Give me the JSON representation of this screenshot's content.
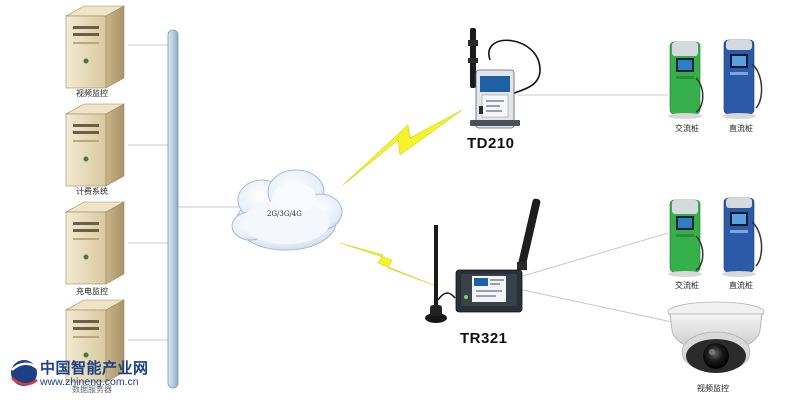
{
  "servers": [
    {
      "label": "视频监控"
    },
    {
      "label": "计费系统"
    },
    {
      "label": "充电监控"
    },
    {
      "label": "数据服务器"
    }
  ],
  "network": {
    "cloud_label": "2G/3G/4G"
  },
  "devices": {
    "td210": {
      "label": "TD210"
    },
    "tr321": {
      "label": "TR321"
    }
  },
  "endpoints": {
    "top_ac": "交流桩",
    "top_dc": "直流桩",
    "mid_ac": "交流桩",
    "mid_dc": "直流桩",
    "camera": "视频监控"
  },
  "watermark": {
    "name": "中国智能产业网",
    "url": "www.zhineng.com.cn"
  },
  "colors": {
    "bus": "#b9cde2",
    "lightning": "#f4f428",
    "router_blue": "#1f5fa6",
    "ac_pile_green": "#36b04a",
    "dc_pile_blue": "#2d5aa8",
    "watermark_blue": "#1d3f86"
  }
}
